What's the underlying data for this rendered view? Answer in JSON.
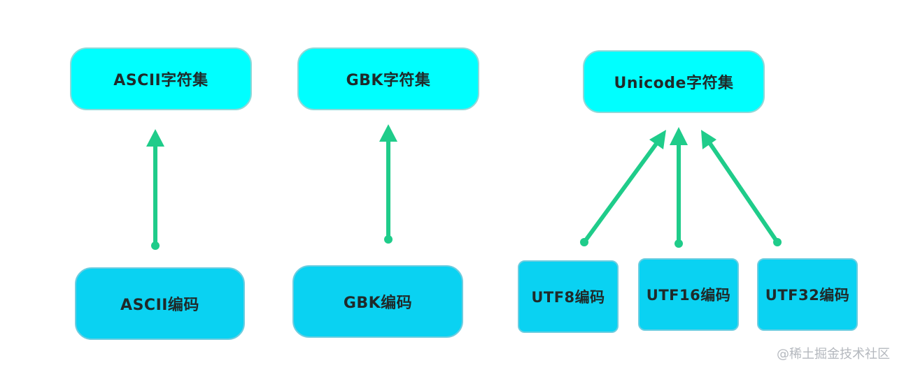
{
  "charsets": {
    "ascii": "ASCII字符集",
    "gbk": "GBK字符集",
    "unicode": "Unicode字符集"
  },
  "encodings": {
    "ascii": "ASCII编码",
    "gbk": "GBK编码",
    "utf8": "UTF8编码",
    "utf16": "UTF16编码",
    "utf32": "UTF32编码"
  },
  "colors": {
    "charset_fill": "#00ffff",
    "encoding_fill": "#0ad2f2",
    "arrow": "#1fcc8a"
  },
  "watermark": "@稀土掘金技术社区"
}
